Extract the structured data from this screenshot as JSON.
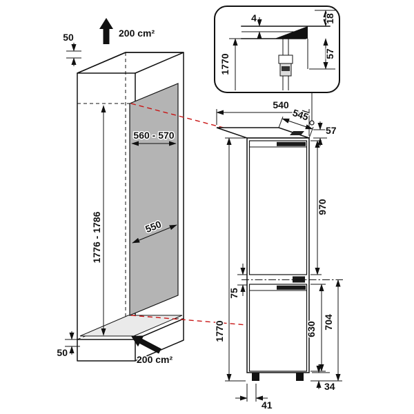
{
  "niche": {
    "top_clearance": "50",
    "top_vent_area": "200 cm²",
    "width": "560 - 570",
    "depth": "550",
    "height": "1776 - 1786",
    "bottom_clearance": "50",
    "bottom_vent_area": "200 cm²"
  },
  "appliance": {
    "depth": "540",
    "total_depth": "545",
    "top_clearance": "57",
    "upper_door_height": "970",
    "door_gap": "75",
    "lower_section_height": "704",
    "lower_door_height": "630",
    "height": "1770",
    "foot_height": "34",
    "foot_depth": "41"
  },
  "inset": {
    "gap": "4",
    "top_offset": "18",
    "height": "1770",
    "hinge_height": "57"
  },
  "colors": {
    "line": "#111111",
    "guide_red": "#c81414",
    "panel_gray": "#b4b4b4"
  }
}
